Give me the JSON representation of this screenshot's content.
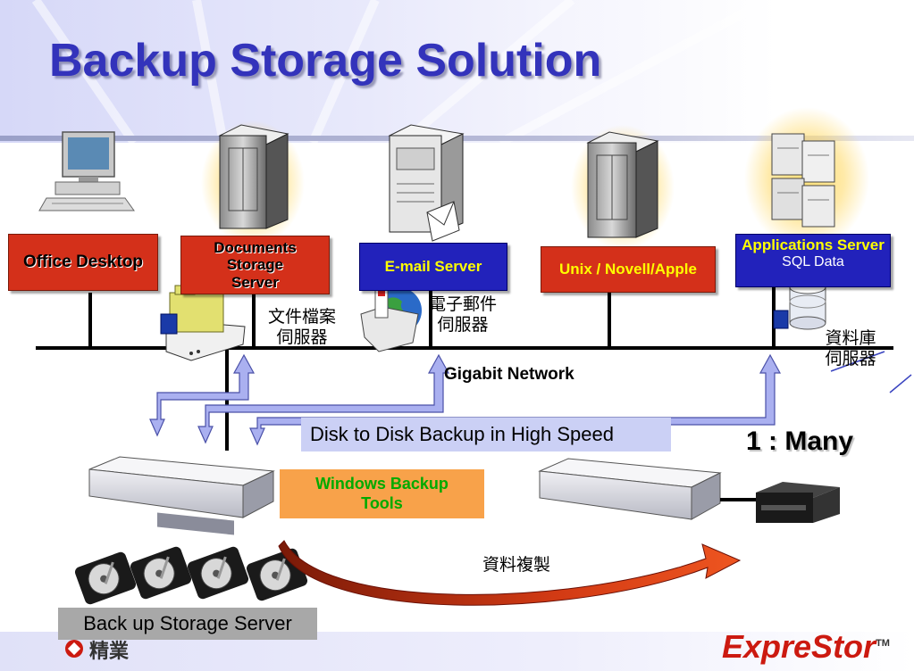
{
  "title": "Backup Storage Solution",
  "nodes": {
    "office_desktop": "Office Desktop",
    "documents_server": "Documents Storage Server",
    "email_server": "E-mail Server",
    "unix_server": "Unix / Novell/Apple",
    "applications_server": "Applications Server",
    "sql_data": "SQL Data"
  },
  "chinese_labels": {
    "file_server": "文件檔案\n伺服器",
    "mail_server": "電子郵件\n伺服器",
    "db_server": "資料庫\n伺服器",
    "replication": "資料複製"
  },
  "network_label": "Gigabit Network",
  "speed_label": "Disk to Disk Backup in High Speed",
  "ratio_label": "1 : Many",
  "tools_label": "Windows Backup Tools",
  "backup_server_label": "Back up Storage Server",
  "logos": {
    "company_cn": "精業",
    "brand": "ExpreStor",
    "tm": "TM"
  },
  "colors": {
    "title": "#3333bb",
    "red_box": "#d4301a",
    "blue_box": "#2222bb",
    "blue_box_text": "#ffff00",
    "speed_box": "#cbd0f5",
    "tools_box": "#f8a24a",
    "tools_text": "#00aa00",
    "arrow": "#aab0f0",
    "replication_arrow": "#cc2a10"
  }
}
